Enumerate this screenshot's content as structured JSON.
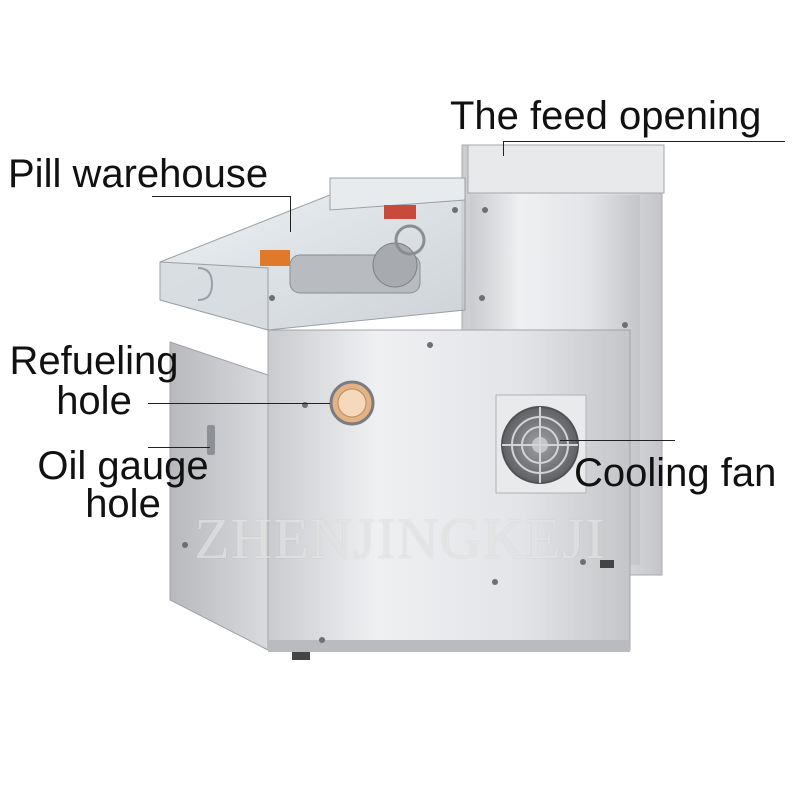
{
  "labels": {
    "feed_opening": "The feed opening",
    "pill_warehouse": "Pill warehouse",
    "refueling_hole_line1": "Refueling",
    "refueling_hole_line2": "hole",
    "oil_gauge_hole_line1": "Oil gauge",
    "oil_gauge_hole_line2": "hole",
    "cooling_fan": "Cooling fan"
  },
  "watermark": "ZHENJINGKEJI",
  "product": {
    "type": "stainless steel oil press machine",
    "body_color": "#d9dadc",
    "accent_color": "#e07a2b"
  }
}
